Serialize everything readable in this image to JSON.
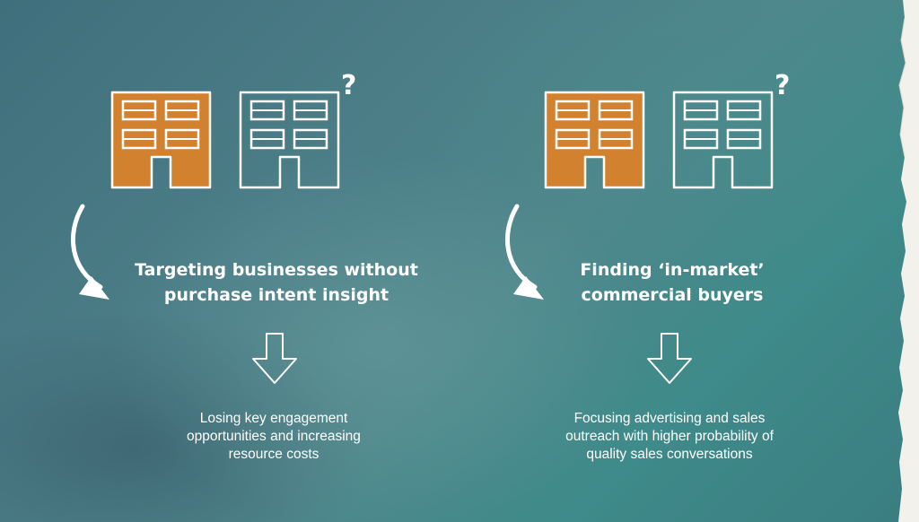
{
  "panels": [
    {
      "heading": "Targeting businesses without\npurchase intent insight",
      "description": "Losing key engagement\nopportunities and increasing\nresource costs",
      "question_mark": "?"
    },
    {
      "heading": "Finding ‘in-market’\ncommercial buyers",
      "description": "Focusing advertising and sales\noutreach with higher probability of\nquality sales conversations",
      "question_mark": "?"
    }
  ],
  "colors": {
    "building_fill": "#d2812f",
    "line": "#ffffff"
  }
}
